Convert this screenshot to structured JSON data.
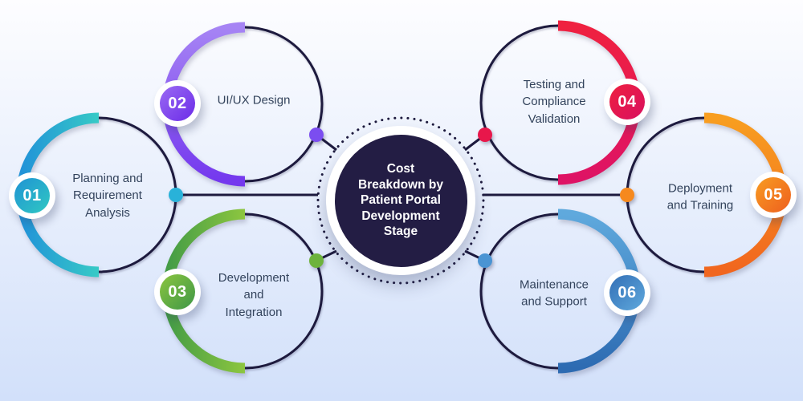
{
  "title": "Cost Breakdown by Patient Portal Development Stage",
  "center": {
    "text": "Cost\nBreakdown by\nPatient Portal\nDevelopment\nStage"
  },
  "colors": {
    "navy": "#1d1a3e",
    "hub_fill": "#231d44",
    "label_text": "#33435c",
    "bg_top": "#fdfdff",
    "bg_bottom": "#d2e0fa"
  },
  "stages": [
    {
      "number": "01",
      "label": "Planning and\nRequirement\nAnalysis",
      "arc_start": "#2193d8",
      "arc_end": "#37cac6",
      "badge_start": "#1f93d4",
      "badge_end": "#30c8c2",
      "dot": "#29b2d9"
    },
    {
      "number": "02",
      "label": "UI/UX Design",
      "arc_start": "#a684f4",
      "arc_end": "#7438ee",
      "badge_start": "#9a6bf3",
      "badge_end": "#6c2be8",
      "dot": "#7b4df0"
    },
    {
      "number": "03",
      "label": "Development\nand\nIntegration",
      "arc_start": "#449c46",
      "arc_end": "#8dc63f",
      "badge_start": "#8bc53f",
      "badge_end": "#3e9747",
      "dot": "#6db33c"
    },
    {
      "number": "04",
      "label": "Testing and\nCompliance\nValidation",
      "arc_start": "#ef2140",
      "arc_end": "#de1365",
      "badge_start": "#ee2040",
      "badge_end": "#d9105f",
      "dot": "#e8174b"
    },
    {
      "number": "05",
      "label": "Deployment\nand Training",
      "arc_start": "#f89e20",
      "arc_end": "#f1661f",
      "badge_start": "#f89c22",
      "badge_end": "#ee5f1e",
      "dot": "#f6891e"
    },
    {
      "number": "06",
      "label": "Maintenance\nand Support",
      "arc_start": "#5fa9dd",
      "arc_end": "#2d6bb2",
      "badge_start": "#336fb6",
      "badge_end": "#5fa9dd",
      "dot": "#4a94d3"
    }
  ]
}
